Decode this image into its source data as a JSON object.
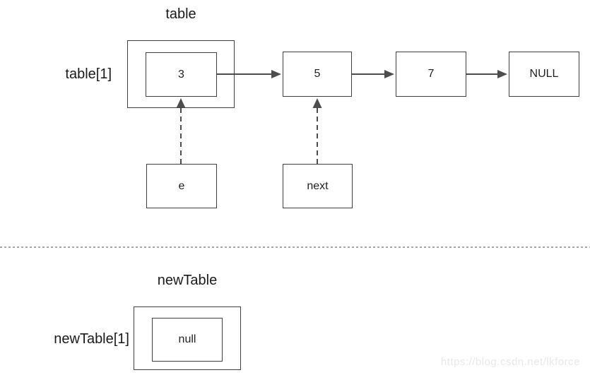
{
  "top_section": {
    "title": "table",
    "row_label": "table[1]",
    "chain": [
      {
        "value": "3"
      },
      {
        "value": "5"
      },
      {
        "value": "7"
      },
      {
        "value": "NULL"
      }
    ],
    "pointer_boxes": [
      {
        "value": "e"
      },
      {
        "value": "next"
      }
    ]
  },
  "bottom_section": {
    "title": "newTable",
    "row_label": "newTable[1]",
    "node": {
      "value": "null"
    }
  },
  "watermark": {
    "text": "https://blog.csdn.net/lkforce"
  },
  "colors": {
    "background": "#ffffff",
    "box_border": "#3f3f3f",
    "text": "#1f1f1f",
    "solid_arrow": "#4d4d4d",
    "dashed_arrow": "#4d4d4d",
    "divider": "#a6a6a6",
    "watermark": "#e8e8ea"
  }
}
